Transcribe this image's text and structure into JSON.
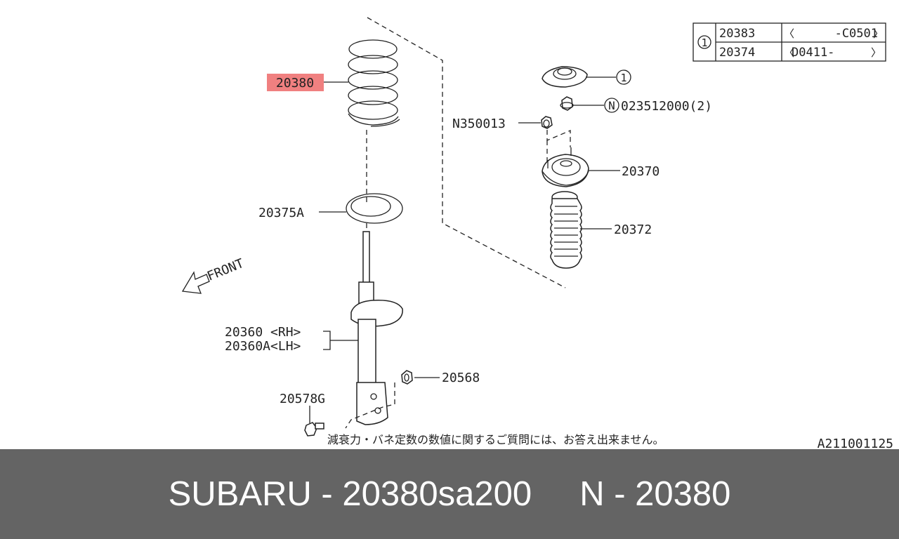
{
  "diagram": {
    "part_coil_spring": "20380",
    "part_spring_seat": "20375A",
    "part_strut_rh": "20360 <RH>",
    "part_strut_lh": "20360A<LH>",
    "part_nut_20568": "20568",
    "part_bolt": "20578G",
    "part_nut_n350013": "N350013",
    "part_flange_nut": "023512000(2)",
    "part_mount": "20370",
    "part_boot": "20372",
    "callout_mount_cap": "1",
    "flange_nut_marker": "N",
    "front_label": "FRONT",
    "note_text": "減衰力・バネ定数の数値に関するご質問には、お答え出来ません。",
    "diagram_code": "A211001125",
    "highlight_color": "#f08080"
  },
  "ref_table": {
    "callout": "1",
    "rows": [
      {
        "part": "20383",
        "range_open": "〈",
        "range_code": "-C0501",
        "range_close": "〉"
      },
      {
        "part": "20374",
        "range_open": "〈",
        "range_code": "D0411-",
        "range_close": "〉"
      }
    ]
  },
  "footer": {
    "text": "SUBARU - 20380sa200     N - 20380"
  }
}
